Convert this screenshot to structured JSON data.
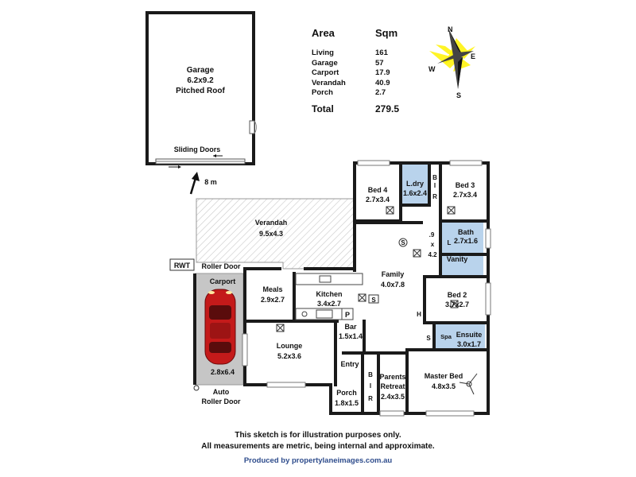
{
  "area_table": {
    "header_area": "Area",
    "header_sqm": "Sqm",
    "rows": [
      {
        "label": "Living",
        "value": "161"
      },
      {
        "label": "Garage",
        "value": "57"
      },
      {
        "label": "Carport",
        "value": "17.9"
      },
      {
        "label": "Verandah",
        "value": "40.9"
      },
      {
        "label": "Porch",
        "value": "2.7"
      }
    ],
    "total_label": "Total",
    "total_value": "279.5"
  },
  "compass": {
    "n": "N",
    "e": "E",
    "s": "S",
    "w": "W"
  },
  "garage": {
    "name": "Garage",
    "size": "6.2x9.2",
    "note": "Pitched Roof",
    "doors": "Sliding Doors"
  },
  "distance": "8 m",
  "rooms": {
    "bed4": {
      "name": "Bed 4",
      "size": "2.7x3.4"
    },
    "ldry": {
      "name": "L.dry",
      "size": "1.6x2.4"
    },
    "bir1": {
      "l1": "B",
      "l2": "I",
      "l3": "R"
    },
    "bed3": {
      "name": "Bed 3",
      "size": "2.7x3.4"
    },
    "verandah": {
      "name": "Verandah",
      "size": "9.5x4.3"
    },
    "rwt": "RWT",
    "roller_door": "Roller Door",
    "carport": {
      "name": "Carport",
      "size": "2.8x6.4"
    },
    "meals": {
      "name": "Meals",
      "size": "2.9x2.7"
    },
    "kitchen": {
      "name": "Kitchen",
      "size": "3.4x2.7"
    },
    "p": "P",
    "family": {
      "name": "Family",
      "size": "4.0x7.8"
    },
    "s": "S",
    "wir": {
      "a": ".9",
      "b": "x",
      "c": "4.2"
    },
    "bath": {
      "name": "Bath",
      "size": "2.7x1.6"
    },
    "l": "L",
    "vanity": "Vanity",
    "bed2": {
      "name": "Bed 2",
      "size": "3.7x2.7"
    },
    "h": "H",
    "lounge": {
      "name": "Lounge",
      "size": "5.2x3.6"
    },
    "bar": {
      "name": "Bar",
      "size": "1.5x1.4"
    },
    "spa": "Spa",
    "ensuite": {
      "name": "Ensuite",
      "size": "3.0x1.7"
    },
    "entry": "Entry",
    "bir2": {
      "l1": "B",
      "l2": "I",
      "l3": "R"
    },
    "parents": {
      "l1": "Parents",
      "l2": "Retreat",
      "size": "2.4x3.5"
    },
    "master": {
      "name": "Master Bed",
      "size": "4.8x3.5"
    },
    "porch": {
      "name": "Porch",
      "size": "1.8x1.5"
    },
    "auto": {
      "l1": "Auto",
      "l2": "Roller Door"
    }
  },
  "footer": {
    "line1": "This sketch is for illustration purposes only.",
    "line2": "All measurements are metric, being internal and approximate.",
    "line3": "Produced by propertylaneimages.com.au"
  },
  "colors": {
    "wall": "#1a1a1a",
    "wet_area": "#b9d3ec",
    "carport": "#c6c6c6",
    "verandah_hatch": "#c8c8c8",
    "car": "#c41a1a",
    "footer_link": "#2e4c8c",
    "compass_star": "#fff200"
  }
}
